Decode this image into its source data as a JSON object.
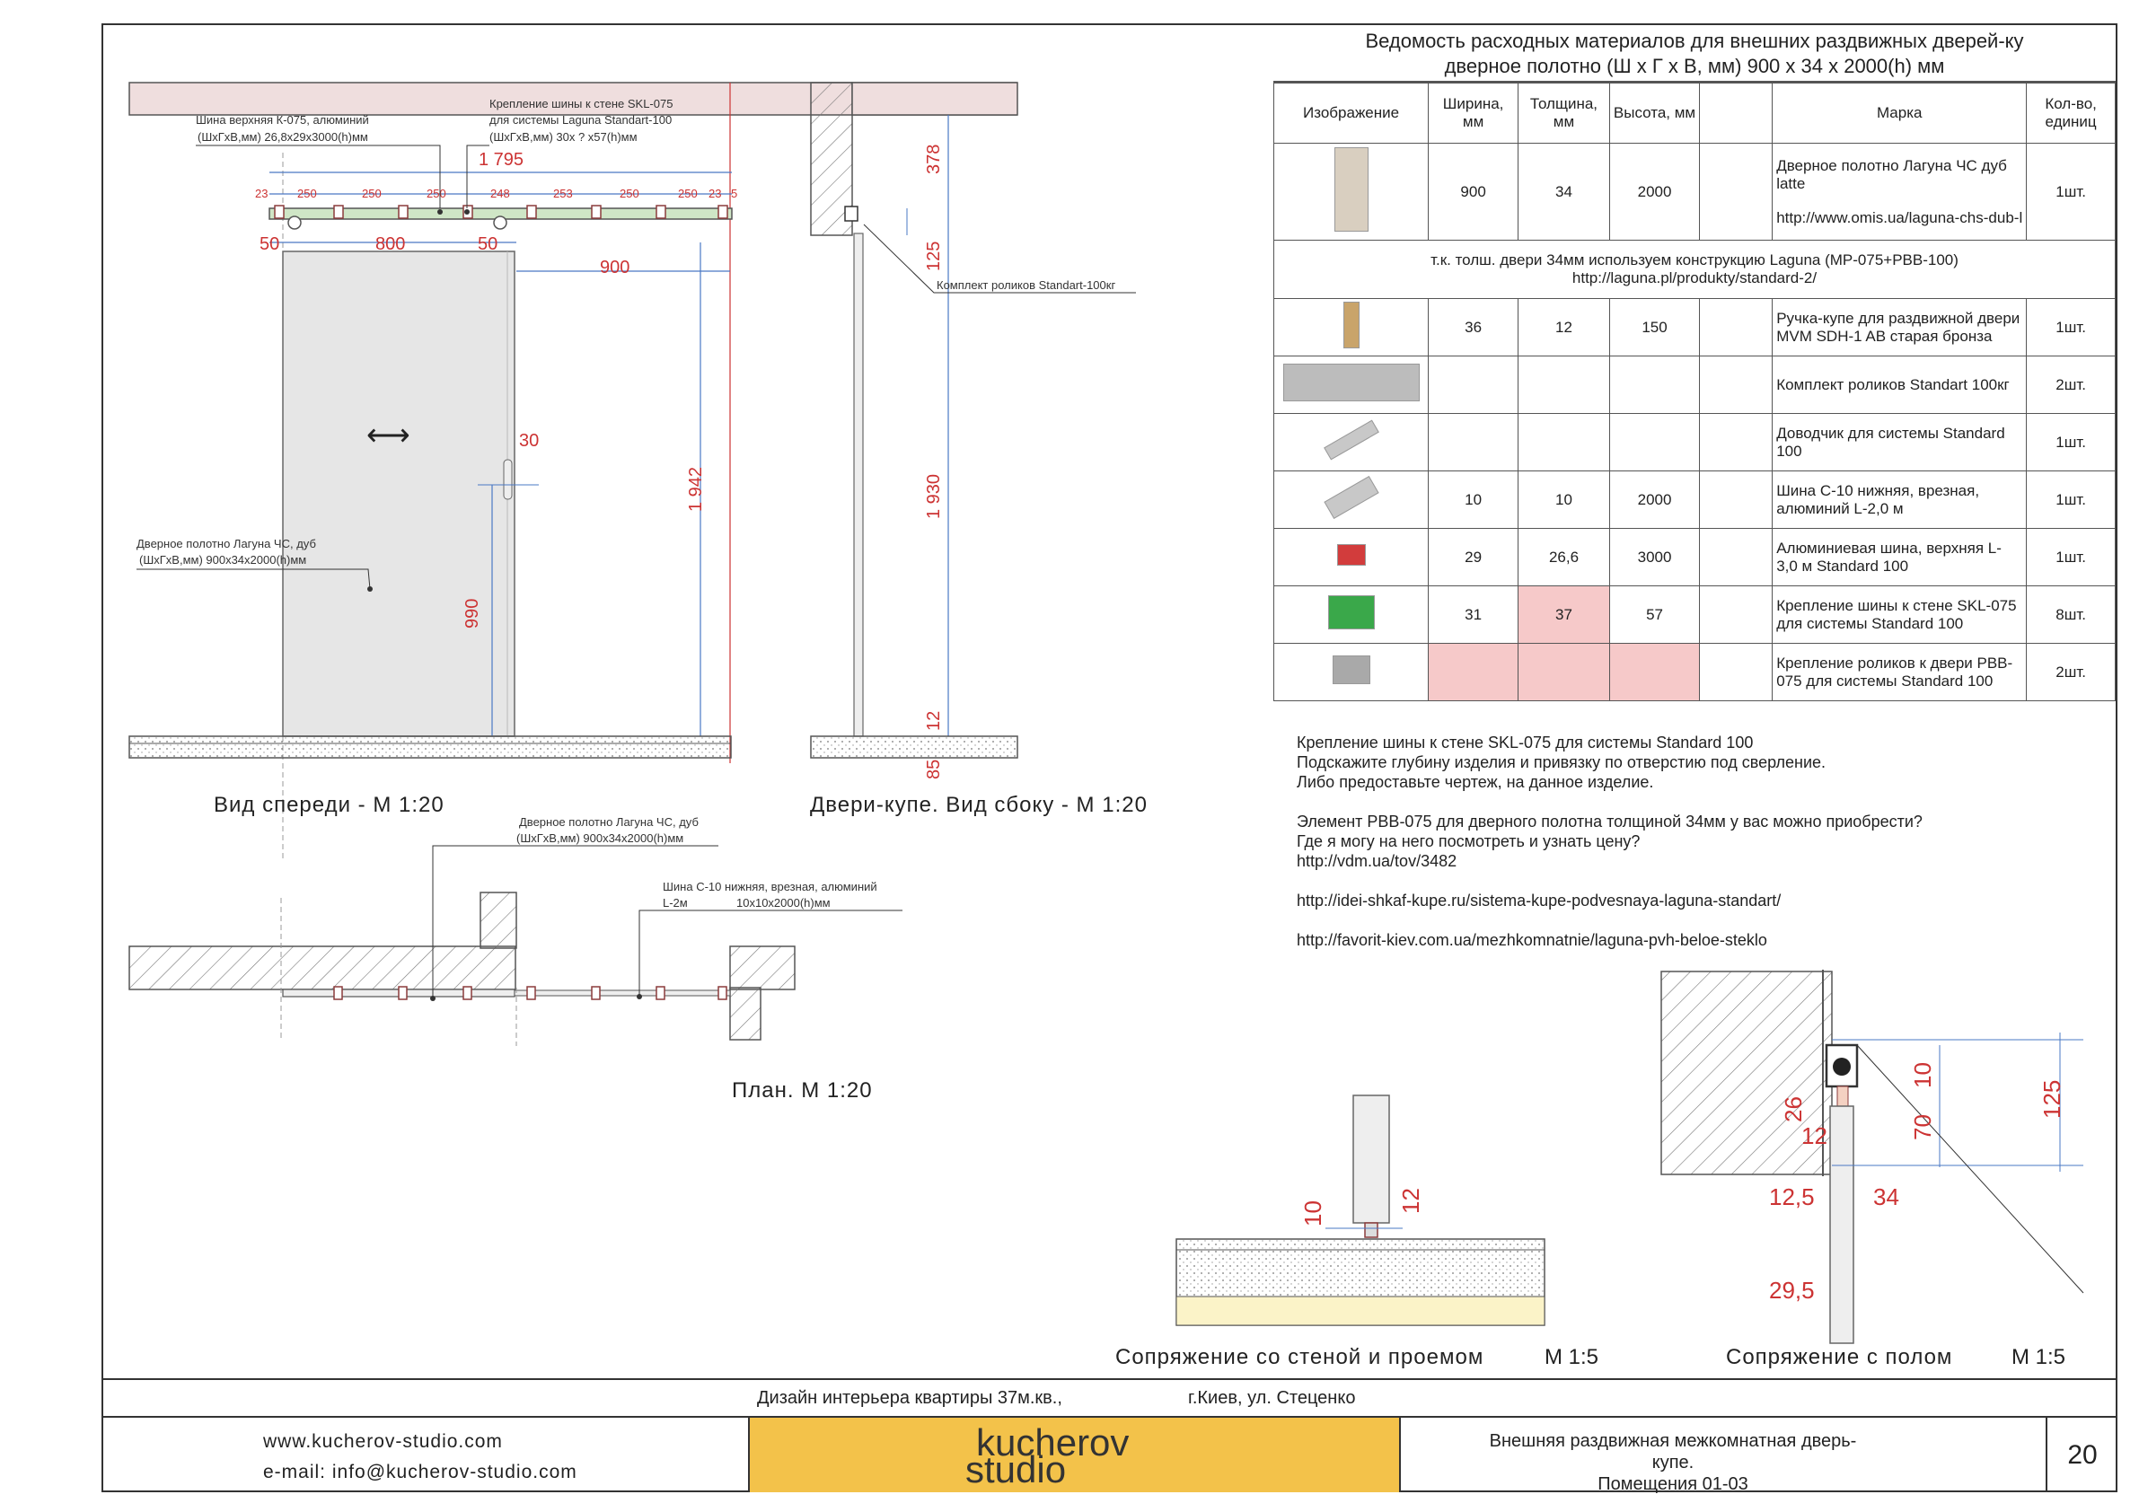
{
  "spec": {
    "title_line1": "Ведомость расходных материалов для внешних раздвижных дверей-ку",
    "title_line2": "дверное полотно (Ш х Г х В, мм) 900 х 34 х 2000(h) мм",
    "headers": [
      "Изображение",
      "Ширина, мм",
      "Толщина, мм",
      "Высота, мм",
      "",
      "Марка",
      "Кол-во, единиц"
    ],
    "row_door": {
      "w": "900",
      "t": "34",
      "h": "2000",
      "brand": "Дверное полотно Лагуна ЧС дуб latte",
      "url": "http://www.omis.ua/laguna-chs-dub-l",
      "qty": "1шт."
    },
    "note_line1": "т.к. толш. двери 34мм используем конструкцию Laguna (MP-075+PBB-100)",
    "note_line2": "http://laguna.pl/produkty/standard-2/",
    "rows": [
      {
        "w": "36",
        "t": "12",
        "h": "150",
        "brand": "Ручка-купе для раздвижной двери MVM SDH-1 AB старая бронза",
        "qty": "1шт."
      },
      {
        "w": "",
        "t": "",
        "h": "",
        "brand": "Комплект роликов Standart 100кг",
        "qty": "2шт."
      },
      {
        "w": "",
        "t": "",
        "h": "",
        "brand": "Доводчик для системы Standard 100",
        "qty": "1шт."
      },
      {
        "w": "10",
        "t": "10",
        "h": "2000",
        "brand": "Шина С-10 нижняя, врезная, алюминий L-2,0 м",
        "qty": "1шт."
      },
      {
        "w": "29",
        "t": "26,6",
        "h": "3000",
        "brand": "Алюминиевая шина, верхняя L-3,0 м Standard 100",
        "qty": "1шт."
      },
      {
        "w": "31",
        "t": "37",
        "h": "57",
        "brand": "Крепление шины к стене SKL-075 для системы Standard 100",
        "qty": "8шт."
      },
      {
        "w": "",
        "t": "",
        "h": "",
        "brand": "Крепление роликов к двери PBB-075 для системы Standard 100",
        "qty": "2шт."
      }
    ]
  },
  "questions": {
    "q1": "Крепление шины к стене SKL-075 для системы Standard 100",
    "q2": "Подскажите глубину изделия и привязку по отверстию под сверление.",
    "q3": "Либо предоставьте чертеж, на данное изделие.",
    "q4": "Элемент PBB-075 для дверного полотна толщиной 34мм у вас можно приобрести?",
    "q5": "Где я могу на него посмотреть и узнать цену?",
    "q6": "http://vdm.ua/tov/3482",
    "q7": "http://idei-shkaf-kupe.ru/sistema-kupe-podvesnaya-laguna-standart/",
    "q8": "http://favorit-kiev.com.ua/mezhkomnatnie/laguna-pvh-beloe-steklo"
  },
  "front": {
    "title": "Вид спереди - М 1:20",
    "rail_label1": "Шина верхняя К-075, алюминий",
    "rail_label2": "(ШхГхВ,мм) 26,8х29х3000(h)мм",
    "mount_label1": "Крепление шины к стене SKL-075",
    "mount_label2": "для системы Laguna Standart-100",
    "mount_label3": "(ШхГхВ,мм) 30х ? х57(h)мм",
    "dim_1795": "1 795",
    "steps": [
      "23",
      "250",
      "250",
      "250",
      "248",
      "253",
      "250",
      "250",
      "23",
      "5"
    ],
    "dim_50a": "50",
    "dim_800": "800",
    "dim_50b": "50",
    "dim_900": "900",
    "dim_30": "30",
    "dim_1942": "1 942",
    "dim_990": "990",
    "door_label1": "Дверное полотно Лагуна ЧС, дуб",
    "door_label2": "(ШхГхВ,мм) 900х34х2000(h)мм"
  },
  "side": {
    "title": "Двери-купе. Вид сбоку - М 1:20",
    "dim_378": "378",
    "dim_125": "125",
    "dim_1930": "1 930",
    "dim_12": "12",
    "dim_85": "85",
    "rollers": "Комплект роликов Standart-100кг"
  },
  "plan": {
    "title": "План. М 1:20",
    "door_label1": "Дверное полотно Лагуна ЧС, дуб",
    "door_label2": "(ШхГхВ,мм) 900х34х2000(h)мм",
    "rail_label1": "Шина С-10 нижняя, врезная, алюминий",
    "rail_label2": "L-2м",
    "rail_label3": "10х10х2000(h)мм"
  },
  "detail_wall": {
    "title": "Сопряжение со стеной и проемом",
    "scale": "М 1:5",
    "dim_10": "10",
    "dim_12": "12"
  },
  "detail_floor": {
    "title": "Сопряжение с полом",
    "scale": "М 1:5",
    "dim_10": "10",
    "dim_26": "26",
    "dim_12": "12",
    "dim_70": "70",
    "dim_125": "125",
    "dim_125b": "12,5",
    "dim_34": "34",
    "dim_295": "29,5"
  },
  "footer": {
    "project": "Дизайн интерьера квартиры 37м.кв.,",
    "address": "г.Киев, ул. Стеценко",
    "site": "www.kucherov-studio.com",
    "email": "e-mail: info@kucherov-studio.com",
    "logo_top": "kucherov",
    "logo_bottom": "studio",
    "desc1": "Внешняя раздвижная межкомнатная дверь-купе.",
    "desc2": "Помещения 01-03",
    "page": "20"
  }
}
